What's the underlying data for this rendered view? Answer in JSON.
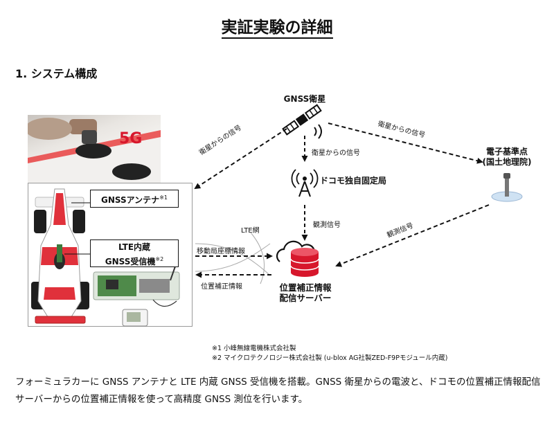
{
  "title": "実証実験の詳細",
  "section": "1. システム構成",
  "nodes": {
    "satellite": "GNSS衛星",
    "reference_point_line1": "電子基準点",
    "reference_point_line2": "(国土地理院)",
    "docomo_station": "ドコモ独自固定局",
    "server_line1": "位置補正情報",
    "server_line2": "配信サーバー"
  },
  "signals": {
    "sat_to_car": "衛星からの信号",
    "sat_to_station": "衛星からの信号",
    "sat_to_ref": "衛星からの信号",
    "station_obs": "観測信号",
    "ref_obs": "観測信号",
    "lte": "LTE網",
    "mobile_coords": "移動局座標情報",
    "correction": "位置補正情報"
  },
  "callouts": {
    "antenna": "GNSSアンテナ",
    "antenna_mark": "※1",
    "receiver_line1": "LTE内蔵",
    "receiver_line2": "GNSS受信機",
    "receiver_mark": "※2"
  },
  "photo_text": "5G",
  "notes": [
    "※1 小峰無線電機株式会社製",
    "※2 マイクロテクノロジー株式会社製 (u-blox AG社製ZED-F9Pモジュール内蔵)"
  ],
  "description": "フォーミュラカーに GNSS アンテナと LTE 内蔵 GNSS 受信機を搭載。GNSS 衛星からの電波と、ドコモの位置補正情報配信サーバーからの位置補正情報を使って高精度 GNSS 測位を行います。",
  "colors": {
    "server_red": "#d7172c",
    "car_red": "#e0313b",
    "board_green": "#4f8a4a"
  }
}
